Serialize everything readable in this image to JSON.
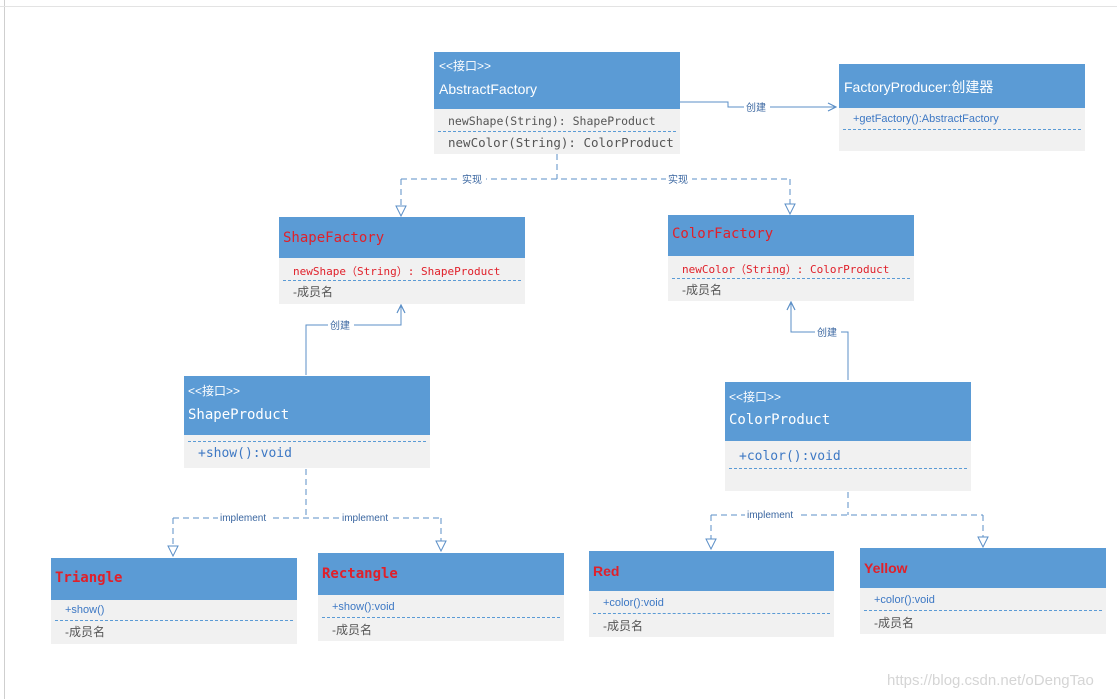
{
  "diagram": {
    "abstract_factory": {
      "stereotype": "<<接口>>",
      "name": "AbstractFactory",
      "methods": [
        "newShape(String): ShapeProduct",
        "newColor(String): ColorProduct"
      ]
    },
    "factory_producer": {
      "name": "FactoryProducer:创建器",
      "method": "+getFactory():AbstractFactory"
    },
    "shape_factory": {
      "name": "ShapeFactory",
      "method": "newShape（String）: ShapeProduct",
      "member": "-成员名"
    },
    "color_factory": {
      "name": "ColorFactory",
      "method": "newColor（String）: ColorProduct",
      "member": "-成员名"
    },
    "shape_product": {
      "stereotype": "<<接口>>",
      "name": "ShapeProduct",
      "method": "+show():void"
    },
    "color_product": {
      "stereotype": "<<接口>>",
      "name": "ColorProduct",
      "method": "+color():void"
    },
    "triangle": {
      "name": "Triangle",
      "method": "+show()",
      "member": "-成员名"
    },
    "rectangle": {
      "name": "Rectangle",
      "method": "+show():void",
      "member": "-成员名"
    },
    "red": {
      "name": "Red",
      "method": "+color():void",
      "member": "-成员名"
    },
    "yellow": {
      "name": "Yellow",
      "method": "+color():void",
      "member": "-成员名"
    },
    "edge_labels": {
      "create_producer": "创建",
      "realize_left": "实现",
      "realize_right": "实现",
      "create_shape": "创建",
      "create_color": "创建",
      "implement_triangle": "implement",
      "implement_rectangle": "implement",
      "implement_color": "implement"
    },
    "colors": {
      "header_fill": "#5b9bd5",
      "body_fill": "#f1f1f1",
      "accent_red": "#e0202a",
      "connector": "#5b8fc7"
    }
  },
  "watermark": "https://blog.csdn.net/oDengTao"
}
